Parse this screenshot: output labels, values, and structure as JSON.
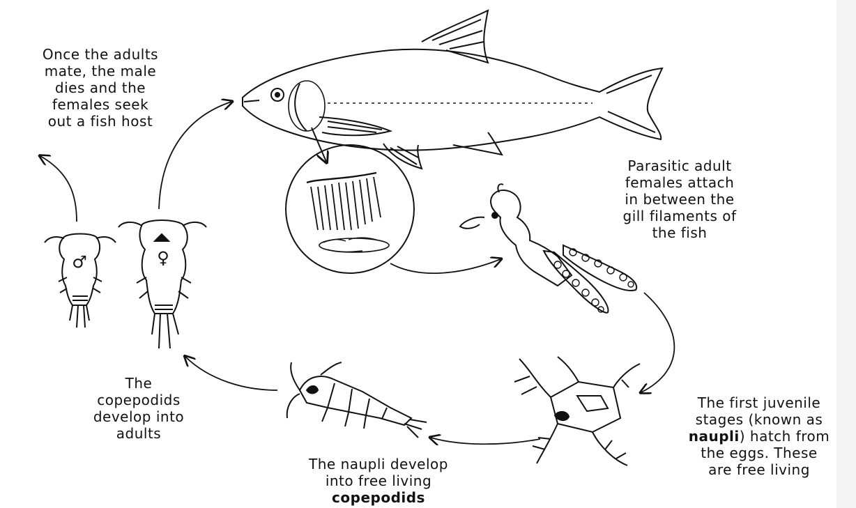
{
  "labels": {
    "mate": [
      "Once the adults",
      "mate, the male",
      "dies and the",
      "females seek",
      "out a fish host"
    ],
    "attach": [
      "Parasitic adult",
      "females attach",
      "in between the",
      "gill filaments of",
      "the fish"
    ],
    "juvenile": {
      "line1": "The first juvenile",
      "line2": "stages (known as",
      "line3_bold": "naupli",
      "line3_rest": ") hatch from",
      "line4": "the eggs. These",
      "line5": "are free living"
    },
    "naupli_develop": {
      "line1": "The naupli develop",
      "line2": "into free living",
      "line3_bold": "copepodids"
    },
    "copepodids_develop": [
      "The",
      "copepodids",
      "develop into",
      "adults"
    ]
  },
  "symbols": {
    "male": "♂",
    "female": "♀"
  },
  "colors": {
    "stroke": "#111111",
    "background": "#ffffff"
  }
}
